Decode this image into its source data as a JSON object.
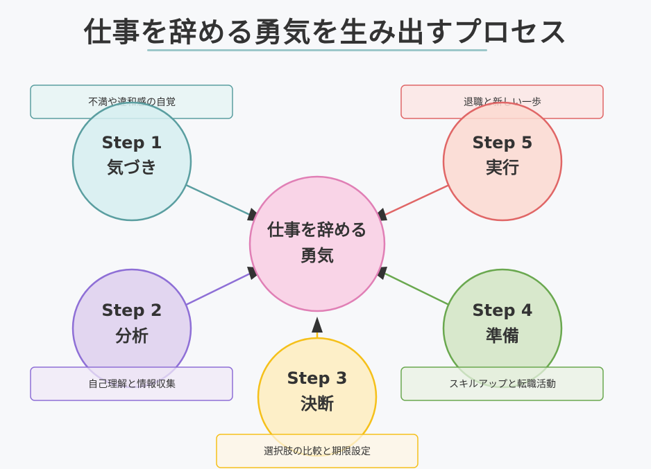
{
  "title": "仕事を辞める勇気を生み出すプロセス",
  "colors": {
    "background": "#f7f8fa",
    "text": "#333333",
    "underline": "#9cc7c9",
    "arrowhead": "#333333"
  },
  "center": {
    "line1": "仕事を辞める",
    "line2": "勇気",
    "fill": "#f9d4e7",
    "stroke": "#e07fb5"
  },
  "steps": [
    {
      "id": "step1",
      "step_label": "Step 1",
      "name": "気づき",
      "description": "不満や違和感の自覚",
      "fill": "#d6eff0",
      "stroke": "#5a9ea0",
      "box_fill": "#e9f5f5"
    },
    {
      "id": "step2",
      "step_label": "Step 2",
      "name": "分析",
      "description": "自己理解と情報収集",
      "fill": "#e2d6f0",
      "stroke": "#8e6fd6",
      "box_fill": "#f0e9f7"
    },
    {
      "id": "step3",
      "step_label": "Step 3",
      "name": "決断",
      "description": "選択肢の比較と期限設定",
      "fill": "#fdefc8",
      "stroke": "#f5c01a",
      "box_fill": "#fdf5e4"
    },
    {
      "id": "step4",
      "step_label": "Step 4",
      "name": "準備",
      "description": "スキルアップと転職活動",
      "fill": "#d8e8cc",
      "stroke": "#6aa84f",
      "box_fill": "#e9f2e3"
    },
    {
      "id": "step5",
      "step_label": "Step 5",
      "name": "実行",
      "description": "退職と新しい一歩",
      "fill": "#fbd9d0",
      "stroke": "#e06666",
      "box_fill": "#fbe9e8"
    }
  ]
}
